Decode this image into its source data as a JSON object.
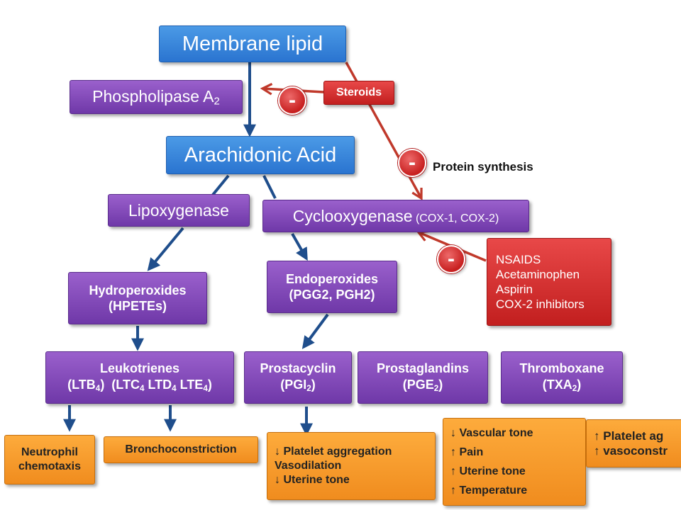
{
  "nodes": {
    "membrane_lipid": "Membrane lipid",
    "phospholipase": {
      "text": "Phospholipase A",
      "sub": "2"
    },
    "steroids": "Steroids",
    "arachidonic_acid": "Arachidonic Acid",
    "protein_synthesis": "Protein synthesis",
    "lipoxygenase": "Lipoxygenase",
    "cyclooxygenase": {
      "main": "Cyclooxygenase",
      "detail": "(COX-1, COX-2)"
    },
    "nsaids": [
      "NSAIDS",
      "Acetaminophen",
      "Aspirin",
      "COX-2 inhibitors"
    ],
    "hydroperoxides": [
      "Hydroperoxides",
      "(HPETEs)"
    ],
    "endoperoxides": [
      "Endoperoxides",
      "(PGG2, PGH2)"
    ],
    "leukotrienes": {
      "title": "Leukotrienes",
      "open": "(LTB",
      "s1": "4",
      "mid1": ")  (LTC",
      "s2": "4",
      "mid2": " LTD",
      "s3": "4",
      "mid3": " LTE",
      "s4": "4",
      "close": ")"
    },
    "prostacyclin": {
      "title": "Prostacyclin",
      "open": "(PGI",
      "sub": "2",
      "close": ")"
    },
    "prostaglandins": {
      "title": "Prostaglandins",
      "open": "(PGE",
      "sub": "2",
      "close": ")"
    },
    "thromboxane": {
      "title": "Thromboxane",
      "open": "(TXA",
      "sub": "2",
      "close": ")"
    },
    "neutrophil": [
      "Neutrophil",
      "chemotaxis"
    ],
    "bronchoconstriction": "Bronchoconstriction",
    "prostacyclin_effects": [
      {
        "arrow": "↓",
        "text": "Platelet aggregation"
      },
      {
        "arrow": "",
        "text": "Vasodilation"
      },
      {
        "arrow": "↓",
        "text": "Uterine tone"
      }
    ],
    "prostaglandin_effects": [
      {
        "arrow": "↓",
        "text": "Vascular tone"
      },
      {
        "arrow": "↑",
        "text": "Pain"
      },
      {
        "arrow": "↑",
        "text": "Uterine tone"
      },
      {
        "arrow": "↑",
        "text": "Temperature"
      }
    ],
    "thromboxane_effects": [
      {
        "arrow": "↑",
        "text": "Platelet ag"
      },
      {
        "arrow": "↑",
        "text": "vasoconstr"
      }
    ],
    "inhibit_symbol": "-"
  },
  "colors": {
    "enzyme_blue": "#2f7dd6",
    "product_purple": "#7c42b4",
    "inhibitor_red": "#d12a2a",
    "effect_orange": "#f7981d",
    "flow_arrow": "#1f4e8c",
    "inhibit_arrow": "#c0392b"
  }
}
